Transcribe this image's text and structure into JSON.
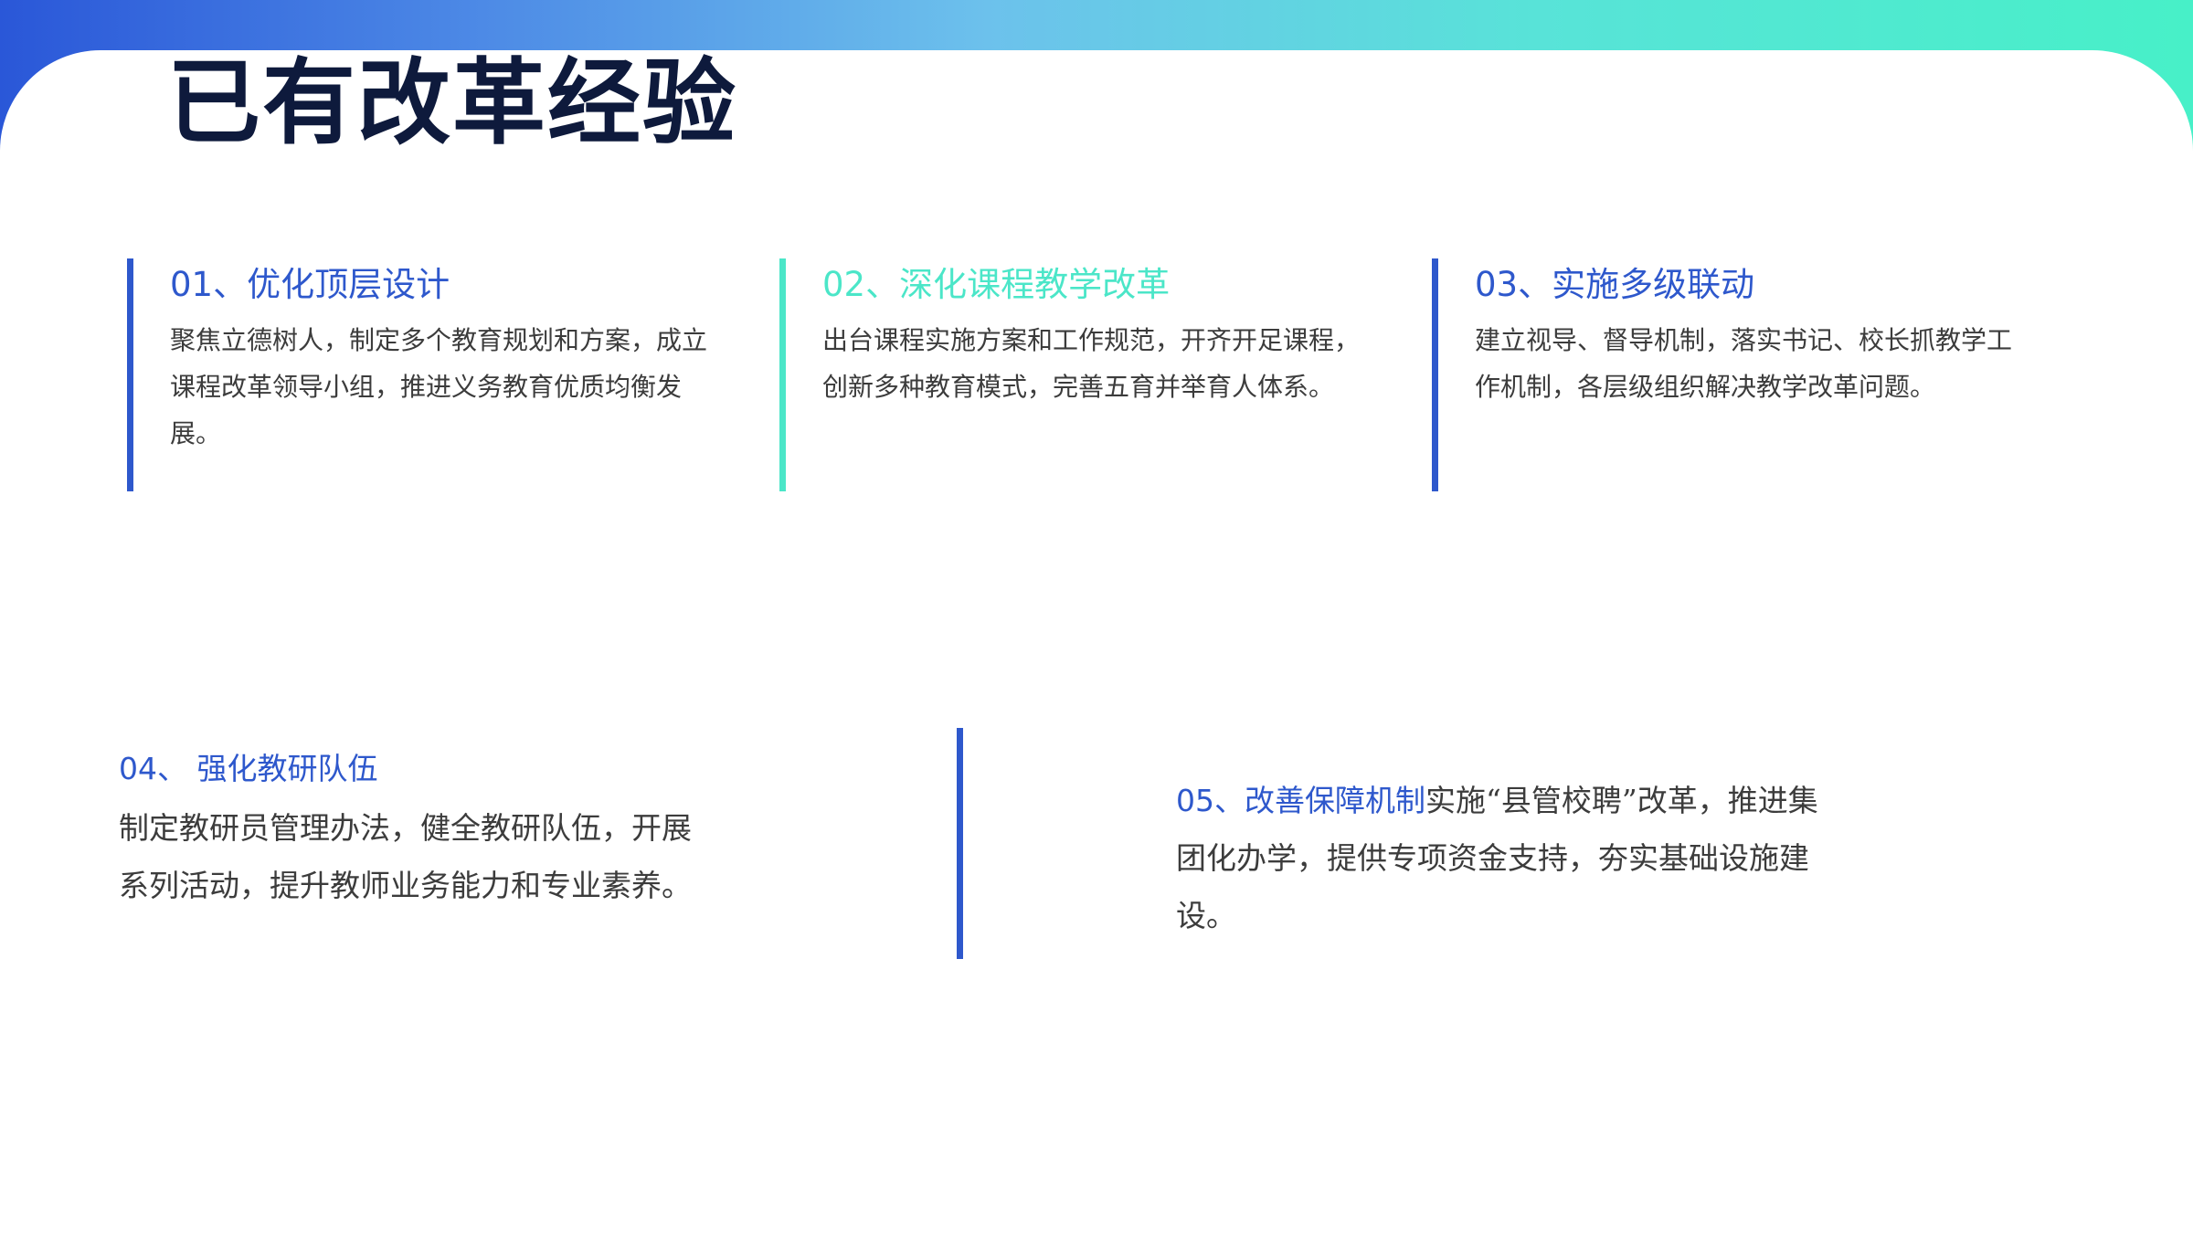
{
  "slide": {
    "title": "已有改革经验",
    "colors": {
      "blue": "#2e58cc",
      "teal": "#4be6c8",
      "title": "#0e1a3c",
      "text": "#3c3c3c"
    }
  },
  "cards": [
    {
      "heading": "01、优化顶层设计",
      "body": "聚焦立德树人，制定多个教育规划和方案，成立课程改革领导小组，推进义务教育优质均衡发展。"
    },
    {
      "heading": "02、深化课程教学改革",
      "body": "出台课程实施方案和工作规范，开齐开足课程，创新多种教育模式，完善五育并举育人体系。"
    },
    {
      "heading": "03、实施多级联动",
      "body": "建立视导、督导机制，落实书记、校长抓教学工作机制，各层级组织解决教学改革问题。"
    }
  ],
  "item4": {
    "heading": "04、 强化教研队伍",
    "body": "制定教研员管理办法，健全教研队伍，开展系列活动，提升教师业务能力和专业素养。"
  },
  "item5": {
    "lead": "05、改善保障机制",
    "body": "实施“县管校聘”改革，推进集团化办学，提供专项资金支持，夯实基础设施建设。"
  }
}
